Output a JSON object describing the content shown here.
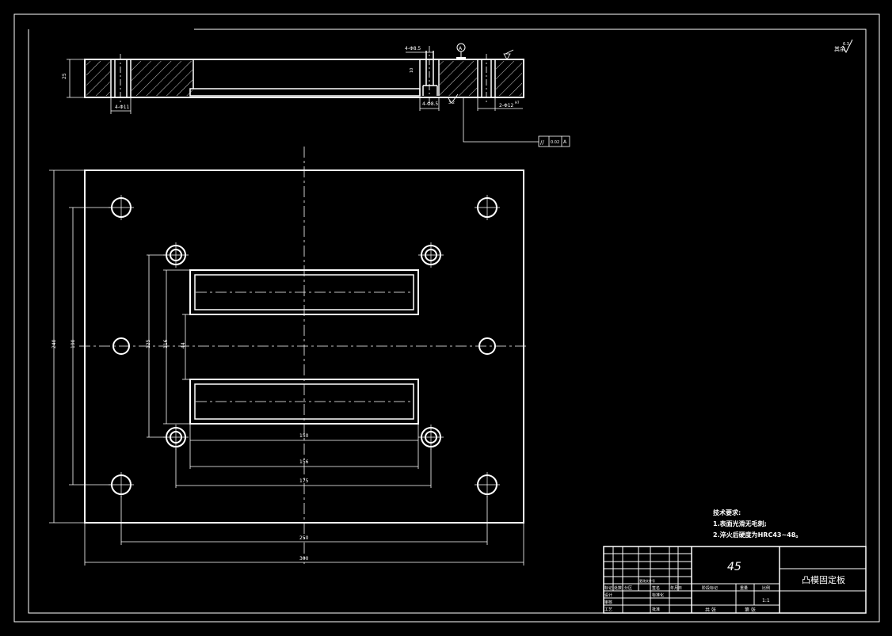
{
  "colors": {
    "background": "#000000",
    "lines": "#ffffff"
  },
  "section": {
    "thickness": "25",
    "hole_pitch_left": "4-Φ11",
    "counterbore_top": "4-Φ8.5",
    "counterbore_bottom": "4-Φ8.5",
    "counterbore_depth": "10",
    "pin_hole": "2-Φ12",
    "pin_fit": "H7",
    "roughness_mark": "3.2",
    "datum": "A",
    "flatness_symbol": "//",
    "flatness_value": "0.02",
    "flatness_datum": "A"
  },
  "surface_note": {
    "label": "其余",
    "value": "6.3"
  },
  "plan": {
    "dim_width": "300",
    "dim_holes_x": "250",
    "dim_height": "240",
    "dim_holes_y": "190",
    "dim_inner_y1": "125",
    "dim_inner_y2": "116",
    "dim_slot_gap": "44",
    "dim_slot_len": "150",
    "dim_outer_len": "156",
    "dim_pin_x": "175"
  },
  "notes": {
    "heading": "技术要求:",
    "line1": "1.表面光滑无毛刺;",
    "line2": "2.淬火后硬度为HRC43~48。"
  },
  "title_block": {
    "material": "45",
    "part_name": "凸模固定板",
    "row_labels": [
      "标记",
      "处数",
      "分区",
      "更改文件号",
      "签名",
      "年月日"
    ],
    "design": "设计",
    "standard": "标准化",
    "stage_mark": "阶段标记",
    "weight": "重量",
    "scale": "比例",
    "scale_value": "1:1",
    "review": "审核",
    "process": "工艺",
    "approve": "批准",
    "sheets": "共 张",
    "sheet_no": "第 张"
  }
}
